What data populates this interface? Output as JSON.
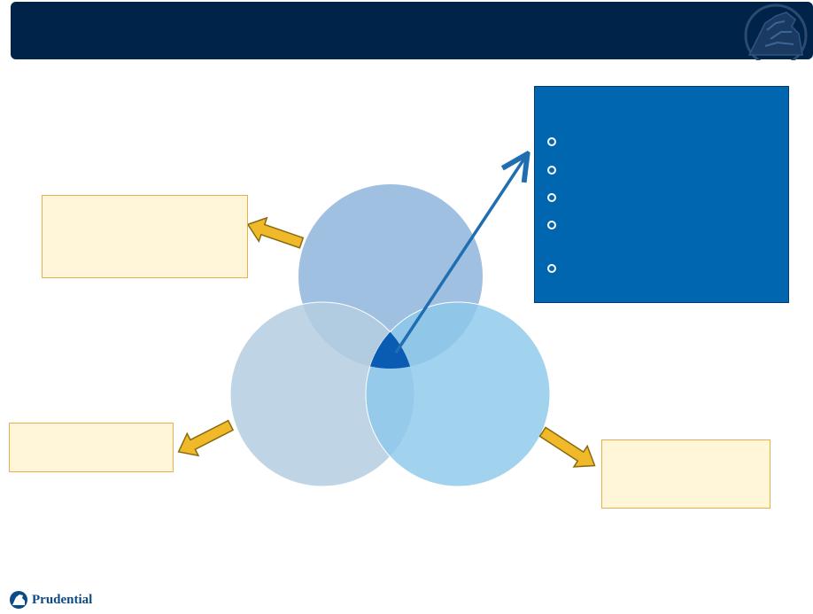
{
  "header": {
    "title": "",
    "logo_icon": "rock-of-gibraltar-icon"
  },
  "colors": {
    "header_bg": "#00234a",
    "info_box_bg": "#0066b0",
    "callout_bg": "#fff5d9",
    "callout_border": "#e8b04a",
    "arrow": "#f0b92a",
    "circle_top": "#8fb5dc",
    "circle_left": "#b4cde0",
    "circle_right": "#8cc8ea",
    "center_region": "#0a5bb3",
    "pointer_line": "#1f6fb0"
  },
  "callouts": {
    "top_left": {
      "text": ""
    },
    "bottom_left": {
      "text": ""
    },
    "bottom_right": {
      "text": ""
    }
  },
  "info_box": {
    "title": "",
    "bullets": [
      {
        "text": ""
      },
      {
        "text": ""
      },
      {
        "text": ""
      },
      {
        "text": ""
      },
      {
        "text": ""
      }
    ]
  },
  "venn": {
    "circles": [
      {
        "name": "top",
        "label": ""
      },
      {
        "name": "left",
        "label": ""
      },
      {
        "name": "right",
        "label": ""
      }
    ]
  },
  "footer": {
    "brand": "Prudential",
    "logo_icon": "rock-of-gibraltar-icon"
  }
}
